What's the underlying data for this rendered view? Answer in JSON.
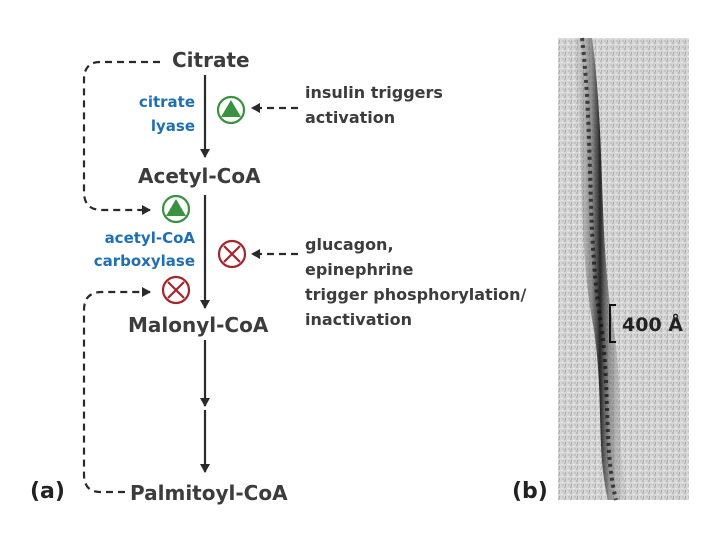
{
  "metabolites": {
    "citrate": "Citrate",
    "acetyl_coa": "Acetyl-CoA",
    "malonyl_coa": "Malonyl-CoA",
    "palmitoyl_coa": "Palmitoyl-CoA"
  },
  "enzymes": {
    "citrate_lyase": [
      "citrate",
      "lyase"
    ],
    "acetyl_coa_carboxylase": [
      "acetyl-CoA",
      "carboxylase"
    ]
  },
  "regulation": {
    "insulin": [
      "insulin triggers",
      "activation"
    ],
    "glucagon": [
      "glucagon,",
      "epinephrine",
      "trigger phosphorylation/",
      "inactivation"
    ]
  },
  "panel_labels": {
    "a": "(a)",
    "b": "(b)"
  },
  "micrograph": {
    "scale_label": "400 Å"
  },
  "colors": {
    "text": "#3c3c3c",
    "enzyme": "#1f6fb3",
    "activate": "#3a9140",
    "inhibit": "#a3262b"
  },
  "icons": {
    "activate": "up-triangle-circle-icon",
    "inhibit": "x-circle-icon"
  }
}
